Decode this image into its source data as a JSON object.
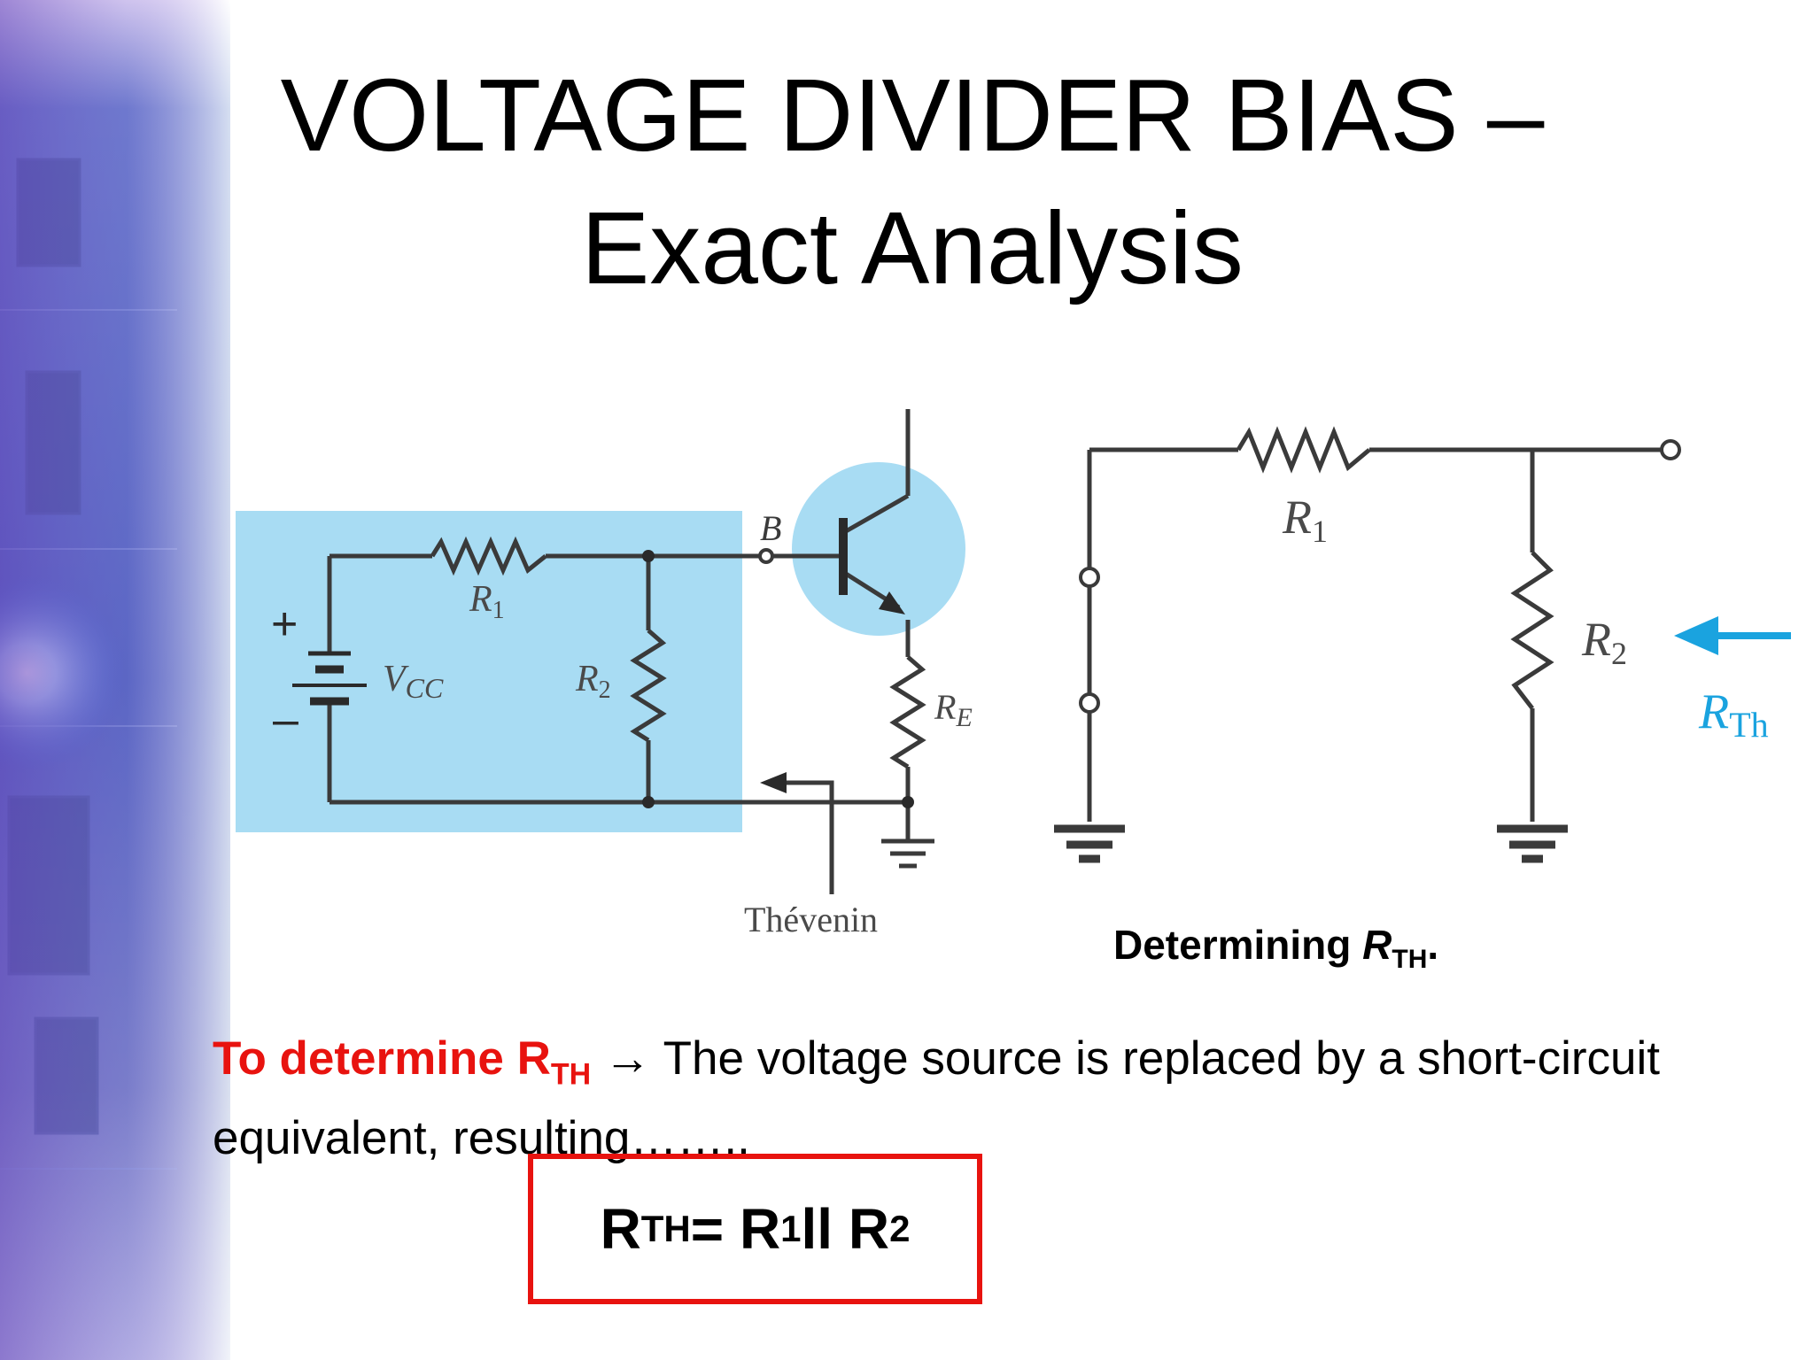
{
  "slide": {
    "title_line1": "VOLTAGE DIVIDER BIAS –",
    "title_line2": "Exact Analysis"
  },
  "left_circuit": {
    "labels": {
      "base": "B",
      "r1": "R",
      "r1_sub": "1",
      "r2": "R",
      "r2_sub": "2",
      "vcc": "V",
      "vcc_sub": "CC",
      "re": "R",
      "re_sub": "E",
      "plus": "+",
      "minus": "–"
    },
    "thevenin_label": "Thévenin",
    "highlight_color": "#a8dcf3"
  },
  "right_circuit": {
    "labels": {
      "r1": "R",
      "r1_sub": "1",
      "r2": "R",
      "r2_sub": "2",
      "rth": "R",
      "rth_sub": "Th"
    },
    "arrow_color": "#1aa3df",
    "caption": "Determining ",
    "caption_r": "R",
    "caption_sub": "TH",
    "caption_end": "."
  },
  "body": {
    "red_lead": "To determine R",
    "red_lead_sub": "TH",
    "arrow": " → ",
    "text": "The voltage source is replaced by a short-circuit equivalent, resulting…….."
  },
  "formula": {
    "r": "R",
    "r_sub": "TH",
    "eq": " = R",
    "r1_sub": "1",
    "par": " ll R",
    "r2_sub": "2"
  }
}
